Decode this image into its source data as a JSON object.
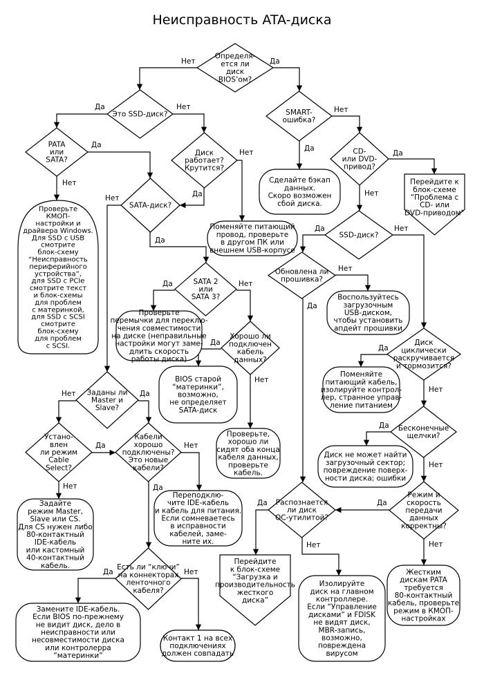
{
  "title": "Неисправность ATA-диска",
  "nodes": [
    {
      "id": "q_bios",
      "shape": "diamond",
      "lines": [
        "Определя-",
        "ется ли",
        "диск",
        "BIOS’ом?"
      ]
    },
    {
      "id": "q_ssd",
      "shape": "diamond",
      "lines": [
        "Это SSD-диск?"
      ]
    },
    {
      "id": "q_pata",
      "shape": "diamond",
      "lines": [
        "PATA",
        "или",
        "SATA?"
      ]
    },
    {
      "id": "box_cmos",
      "shape": "tomb",
      "lines": [
        "Проверьте",
        "КМОП-",
        "настройки и",
        "драйвера Windows.",
        "Для SSD с USB",
        "смотрите",
        "блок-схему",
        "“Неисправность",
        "периферийного",
        "устройства”,",
        "для SSD с PCIe",
        "смотрите текст",
        "и блок-схемы",
        "для проблем",
        "с материнкой,",
        "для SSD с SCSI",
        "смотрите",
        "блок-схему",
        "для проблем",
        "с SCSI."
      ]
    },
    {
      "id": "q_works",
      "shape": "diamond",
      "lines": [
        "Диск",
        "работает?",
        "Крутится?"
      ]
    },
    {
      "id": "q_satadisk",
      "shape": "diamond",
      "lines": [
        "SATA-диск?"
      ]
    },
    {
      "id": "box_power",
      "shape": "round",
      "lines": [
        "Поменяйте питающий",
        "провод, проверьте",
        "в другом ПК или",
        "внешнем USB-корпусе"
      ]
    },
    {
      "id": "q_smart",
      "shape": "diamond",
      "lines": [
        "SMART-",
        "ошибка?"
      ]
    },
    {
      "id": "box_backup",
      "shape": "round",
      "lines": [
        "Сделайте бэкап",
        "данных.",
        "Скоро возможен",
        "сбой диска."
      ]
    },
    {
      "id": "q_cd",
      "shape": "diamond",
      "lines": [
        "CD-",
        "или DVD-",
        "привод?"
      ]
    },
    {
      "id": "box_cddvd",
      "shape": "offpage",
      "lines": [
        "Перейдите к",
        "блок-схеме",
        "“Проблема с",
        "CD- или",
        "DVD-приводом”"
      ]
    },
    {
      "id": "q_ssd2",
      "shape": "diamond",
      "lines": [
        "SSD-диск?"
      ]
    },
    {
      "id": "q_fw",
      "shape": "diamond",
      "lines": [
        "Обновлена ли",
        "прошивка?"
      ]
    },
    {
      "id": "box_usb",
      "shape": "round",
      "lines": [
        "Воспользуйтесь",
        "загрузочным",
        "USB-диском,",
        "чтобы установить",
        "апдейт прошивки"
      ]
    },
    {
      "id": "q_spin",
      "shape": "diamond",
      "lines": [
        "Диск",
        "циклически",
        "раскручивается",
        "и тормозится?"
      ]
    },
    {
      "id": "box_powercable",
      "shape": "round",
      "lines": [
        "Поменяйте",
        "питающий кабель,",
        "изолируйте контрол-",
        "лер, странное управ-",
        "ление питанием"
      ]
    },
    {
      "id": "q_clicks",
      "shape": "diamond",
      "lines": [
        "Бесконечные",
        "щелчки?"
      ]
    },
    {
      "id": "box_boot",
      "shape": "round",
      "lines": [
        "Диск не может найти",
        "загрузочный сектор;",
        "повреждение поверх-",
        "ности диска; ошибки"
      ]
    },
    {
      "id": "q_mode",
      "shape": "diamond",
      "lines": [
        "Режим и",
        "скорость",
        "передачи",
        "данных",
        "корректны?"
      ]
    },
    {
      "id": "box_pata80",
      "shape": "round",
      "lines": [
        "Жестким",
        "дискам PATA",
        "требуется",
        "80-контактный",
        "кабель, проверьте",
        "режим в КМОП-",
        "настройках"
      ]
    },
    {
      "id": "q_os",
      "shape": "diamond",
      "lines": [
        "Распознается",
        "ли диск",
        "ОС-утилитой?"
      ]
    },
    {
      "id": "box_perf",
      "shape": "offpage",
      "lines": [
        "Перейдите",
        "к блок-схеме",
        "“Загрузка и",
        "производительность",
        "жесткого",
        "диска”"
      ]
    },
    {
      "id": "box_isolate",
      "shape": "round",
      "lines": [
        "Изолируйте",
        "диск на главном",
        "контроллере.",
        "Если “Управление",
        "дисками” и FDISK",
        "не видят диск,",
        "MBR-запись,",
        "возможно,",
        "повреждена",
        "вирусом"
      ]
    },
    {
      "id": "q_sata23",
      "shape": "diamond",
      "lines": [
        "SATA 2",
        "или",
        "SATA 3?"
      ]
    },
    {
      "id": "box_jumpers",
      "shape": "round",
      "lines": [
        "Проверьте",
        "перемычки для переклю-",
        "чения совместимости",
        "на диске (неправильные",
        "настройки могут заме-",
        "длить скорость",
        "работы диска)"
      ]
    },
    {
      "id": "q_cable",
      "shape": "diamond",
      "lines": [
        "Хорошо ли",
        "подключен",
        "кабель",
        "данных?"
      ]
    },
    {
      "id": "box_oldbios",
      "shape": "round",
      "lines": [
        "BIOS старой",
        "“материнки”,",
        "возможно,",
        "не определяет",
        "SATA-диск"
      ]
    },
    {
      "id": "box_checkcable",
      "shape": "round",
      "lines": [
        "Проверьте,",
        "хорошо ли",
        "сидят оба конца",
        "кабеля данных,",
        "проверьте",
        "кабель."
      ]
    },
    {
      "id": "q_ms",
      "shape": "diamond",
      "lines": [
        "Заданы ли",
        "Master и",
        "Slave?"
      ]
    },
    {
      "id": "q_cs",
      "shape": "diamond",
      "lines": [
        "Устано-",
        "влен",
        "ли режим",
        "Cable",
        "Select?"
      ]
    },
    {
      "id": "q_cables",
      "shape": "diamond",
      "lines": [
        "Кабели",
        "хорошо",
        "подключены?",
        "Это новые",
        "кабели?"
      ]
    },
    {
      "id": "box_ms",
      "shape": "round",
      "lines": [
        "Задайте",
        "режим Master,",
        "Slave или CS.",
        "Для CS нужен либо",
        "80-контактный",
        "IDE-кабель",
        "или кастомный",
        "40-контактный",
        "кабель."
      ]
    },
    {
      "id": "box_reconnect",
      "shape": "round",
      "lines": [
        "Переподклю-",
        "чите IDE-кабель",
        "и кабель для питания.",
        "Если сомневаетесь",
        "в исправности",
        "кабелей, заме-",
        "ните их."
      ]
    },
    {
      "id": "q_keys",
      "shape": "diamond",
      "lines": [
        "Есть ли “ключи”",
        "на коннекторах",
        "ленточного",
        "кабеля?"
      ]
    },
    {
      "id": "box_replace",
      "shape": "round",
      "lines": [
        "Замените IDE-кабель.",
        "Если BIOS по-прежнему",
        "не видит диск, дело в",
        "неисправности или",
        "несовместимости диска",
        "или контролерра",
        "“материнки”"
      ]
    },
    {
      "id": "box_pin1",
      "shape": "round",
      "lines": [
        "Контакт 1 на всех",
        "подключениях",
        "должен совпадать"
      ]
    }
  ],
  "edges": [
    {
      "from": "q_bios",
      "to": "q_ssd",
      "label": "Нет"
    },
    {
      "from": "q_bios",
      "to": "q_smart",
      "label": "Да"
    },
    {
      "from": "q_ssd",
      "to": "q_pata",
      "label": "Да"
    },
    {
      "from": "q_ssd",
      "to": "q_works",
      "label": "Нет"
    },
    {
      "from": "q_pata",
      "to": "q_satadisk",
      "label": "Да"
    },
    {
      "from": "q_pata",
      "to": "box_cmos",
      "label": "Нет"
    },
    {
      "from": "q_works",
      "to": "q_satadisk",
      "label": "Да"
    },
    {
      "from": "q_works",
      "to": "box_power",
      "label": "Нет"
    },
    {
      "from": "q_satadisk",
      "to": "q_ms",
      "label": "Нет"
    },
    {
      "from": "q_satadisk",
      "to": "q_sata23",
      "label": "Да"
    },
    {
      "from": "q_smart",
      "to": "box_backup",
      "label": "Да"
    },
    {
      "from": "q_smart",
      "to": "q_cd",
      "label": "Нет"
    },
    {
      "from": "q_cd",
      "to": "box_cddvd",
      "label": "Да"
    },
    {
      "from": "q_cd",
      "to": "q_ssd2",
      "label": "Нет"
    },
    {
      "from": "q_ssd2",
      "to": "q_fw",
      "label": "Да"
    },
    {
      "from": "q_ssd2",
      "to": "q_spin",
      "label": "Нет"
    },
    {
      "from": "q_fw",
      "to": "box_usb",
      "label": "Нет"
    },
    {
      "from": "q_fw",
      "to": "q_os",
      "label": "Да"
    },
    {
      "from": "q_spin",
      "to": "box_powercable",
      "label": "Да"
    },
    {
      "from": "q_spin",
      "to": "q_clicks",
      "label": "Нет"
    },
    {
      "from": "q_clicks",
      "to": "box_boot",
      "label": "Да"
    },
    {
      "from": "q_clicks",
      "to": "q_mode",
      "label": "Нет"
    },
    {
      "from": "q_mode",
      "to": "q_os",
      "label": "Да"
    },
    {
      "from": "q_mode",
      "to": "box_pata80",
      "label": "Нет"
    },
    {
      "from": "q_os",
      "to": "box_perf",
      "label": "Да"
    },
    {
      "from": "q_os",
      "to": "box_isolate",
      "label": "Нет"
    },
    {
      "from": "q_sata23",
      "to": "box_jumpers",
      "label": "Да"
    },
    {
      "from": "q_sata23",
      "to": "q_cable",
      "label": "Нет"
    },
    {
      "from": "q_cable",
      "to": "box_oldbios",
      "label": "Да"
    },
    {
      "from": "q_cable",
      "to": "box_checkcable",
      "label": "Нет"
    },
    {
      "from": "q_ms",
      "to": "q_cs",
      "label": "Нет"
    },
    {
      "from": "q_ms",
      "to": "q_cables",
      "label": "Да"
    },
    {
      "from": "q_cs",
      "to": "q_cables",
      "label": "Да"
    },
    {
      "from": "q_cs",
      "to": "box_ms",
      "label": "Нет"
    },
    {
      "from": "q_cables",
      "to": "box_reconnect",
      "label": "Нет"
    },
    {
      "from": "q_cables",
      "to": "q_keys",
      "label": "Да"
    },
    {
      "from": "q_keys",
      "to": "box_replace",
      "label": "Да"
    },
    {
      "from": "q_keys",
      "to": "box_pin1",
      "label": "Нет"
    }
  ]
}
